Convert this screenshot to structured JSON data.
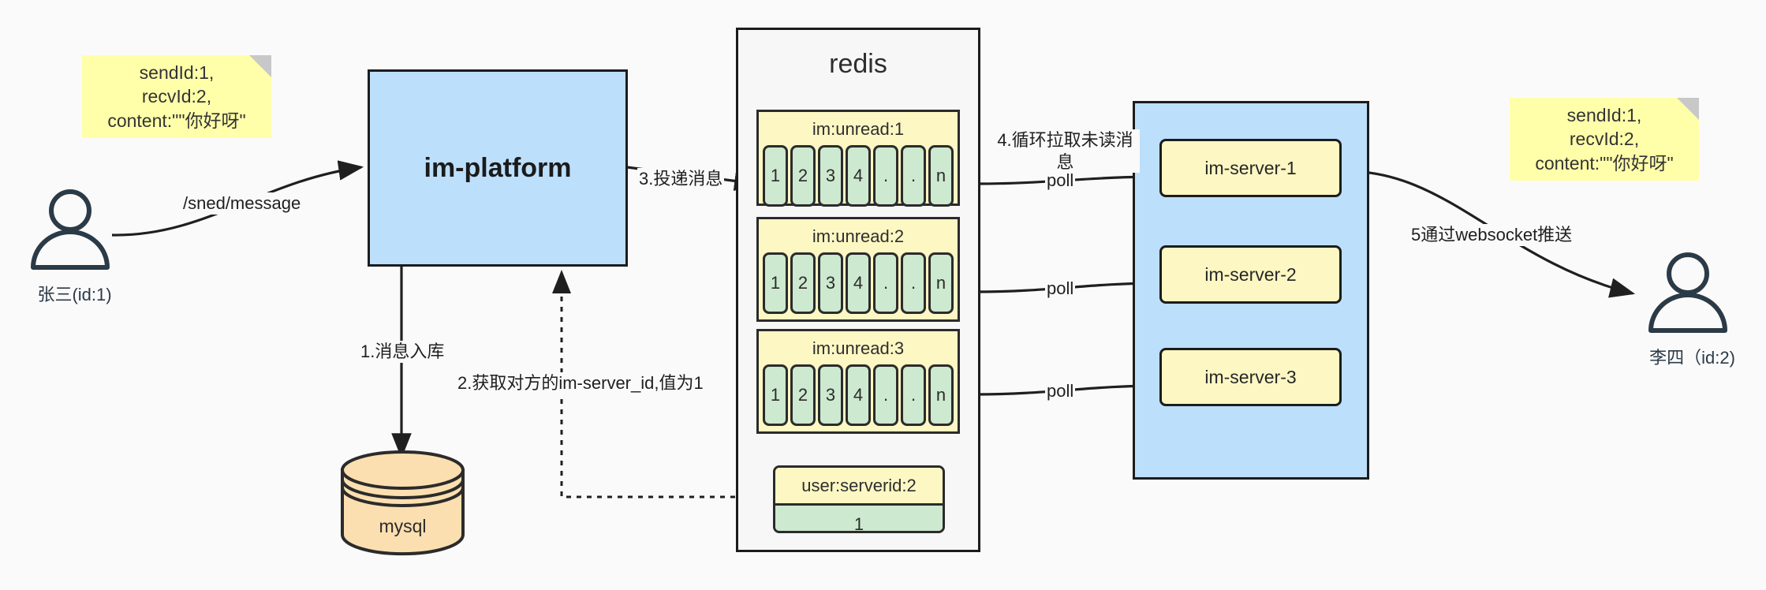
{
  "diagram": {
    "title": "IM message delivery architecture",
    "colors": {
      "background": "#fafafa",
      "blue_fill": "#bcdffc",
      "yellow_fill": "#fdf7c3",
      "sticky_fill": "#ffffaa",
      "green_fill": "#cde9d0",
      "orange_fill": "#fcdfb0",
      "stroke": "#1c1c1c",
      "actor_stroke": "#2b3a47"
    }
  },
  "notes": {
    "left": "sendId:1,\nrecvId:2,\ncontent:\"\"你好呀\"",
    "right": "sendId:1,\nrecvId:2,\ncontent:\"\"你好呀\""
  },
  "actors": {
    "sender": {
      "name": "张三(id:1)",
      "icon": "person-icon"
    },
    "receiver": {
      "name": "李四（id:2)",
      "icon": "person-icon"
    }
  },
  "platform": {
    "label": "im-platform"
  },
  "database": {
    "label": "mysql",
    "icon": "database-cylinder-icon"
  },
  "redis": {
    "title": "redis",
    "lists": [
      {
        "key": "im:unread:1",
        "cells": [
          "1",
          "2",
          "3",
          "4",
          ".",
          ".",
          "n"
        ]
      },
      {
        "key": "im:unread:2",
        "cells": [
          "1",
          "2",
          "3",
          "4",
          ".",
          ".",
          "n"
        ]
      },
      {
        "key": "im:unread:3",
        "cells": [
          "1",
          "2",
          "3",
          "4",
          ".",
          ".",
          "n"
        ]
      }
    ],
    "kv": {
      "key": "user:serverid:2",
      "value": "1"
    }
  },
  "servers": [
    {
      "label": "im-server-1"
    },
    {
      "label": "im-server-2"
    },
    {
      "label": "im-server-3"
    }
  ],
  "edges": {
    "send_message": "/sned/message",
    "step1": "1.消息入库",
    "step2": "2.获取对方的im-server_id,值为1",
    "step3": "3.投递消息",
    "step4": "4.循环拉取未读消\n息",
    "step5": "5通过websocket推送",
    "poll1": "poll",
    "poll2": "poll",
    "poll3": "poll"
  }
}
